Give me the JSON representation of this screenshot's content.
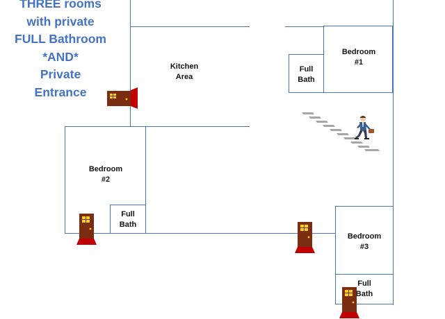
{
  "headline": {
    "lines": [
      "THREE rooms",
      "with private",
      "FULL Bathroom",
      "*AND*",
      "Private",
      "Entrance"
    ],
    "color": "#4472c4"
  },
  "rooms": {
    "kitchen": "Kitchen\nArea",
    "bedroom1": "Bedroom\n#1",
    "bath1": "Full\nBath",
    "bedroom2": "Bedroom\n#2",
    "bath2": "Full\nBath",
    "bedroom3": "Bedroom\n#3",
    "bath3": "Full\nBath"
  },
  "colors": {
    "wall": "#4472c4",
    "door": "#7b2d12",
    "door_frame": "#c00000",
    "window": "#f7d11e",
    "stairs": "#a6a6a6"
  },
  "icons": {
    "door": "door-icon",
    "stairs": "stairs-icon",
    "person": "walking-businessman-icon"
  }
}
